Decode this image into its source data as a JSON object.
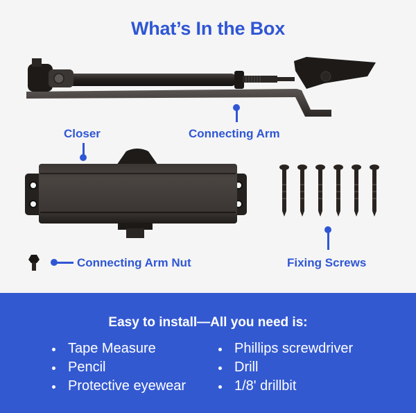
{
  "header": {
    "title": "What’s In the Box"
  },
  "components": {
    "closer": "Closer",
    "connecting_arm": "Connecting Arm",
    "connecting_arm_nut": "Connecting Arm Nut",
    "fixing_screws": "Fixing Screws",
    "screw_count": 6
  },
  "install": {
    "heading": "Easy to install—All you need is:",
    "left_items": [
      "Tape Measure",
      "Pencil",
      "Protective eyewear"
    ],
    "right_items": [
      "Phillips screwdriver",
      "Drill",
      "1/8' drillbit"
    ]
  },
  "colors": {
    "accent": "#2f56d4",
    "banner": "#3359d1",
    "background": "#f5f5f5",
    "hardware": "#2a2623"
  }
}
